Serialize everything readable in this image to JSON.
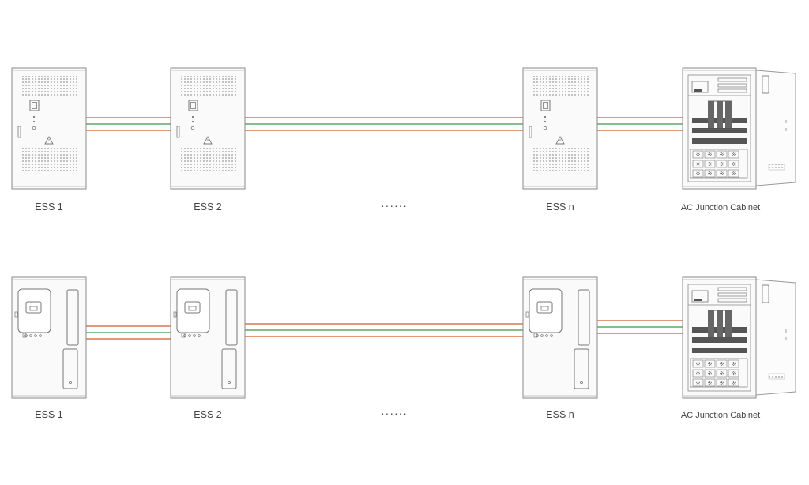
{
  "colors": {
    "cable_red": "#d9774f",
    "cable_green": "#5aa86a",
    "outline": "#8a8a8a",
    "dark_bar": "#555555"
  },
  "rows": [
    {
      "variant": "vented",
      "units": [
        {
          "label": "ESS 1",
          "type": "ess"
        },
        {
          "label": "ESS 2",
          "type": "ess"
        },
        {
          "label": "······",
          "type": "ellipsis"
        },
        {
          "label": "ESS n",
          "type": "ess"
        },
        {
          "label": "AC Junction Cabinet",
          "type": "cabinet"
        }
      ]
    },
    {
      "variant": "inverter",
      "units": [
        {
          "label": "ESS 1",
          "type": "ess"
        },
        {
          "label": "ESS 2",
          "type": "ess"
        },
        {
          "label": "······",
          "type": "ellipsis"
        },
        {
          "label": "ESS n",
          "type": "ess"
        },
        {
          "label": "AC Junction Cabinet",
          "type": "cabinet"
        }
      ]
    }
  ]
}
